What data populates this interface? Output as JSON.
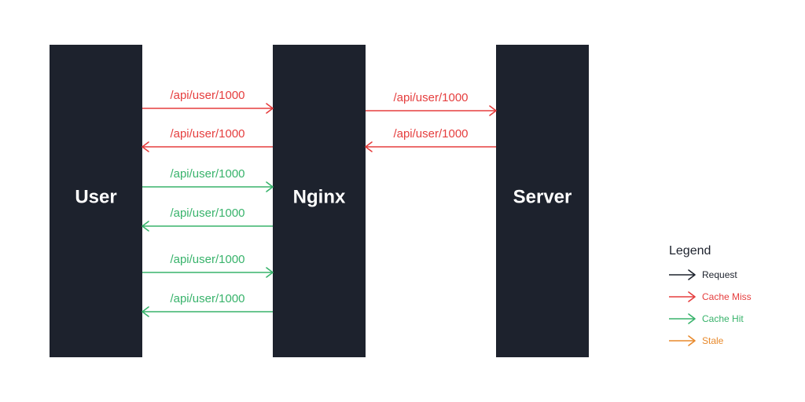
{
  "colors": {
    "lane_fill": "#1d222d",
    "lane_text": "#ffffff",
    "request": "#1d222d",
    "cache_miss": "#e53e3e",
    "cache_hit": "#38b36b",
    "stale": "#e8892b"
  },
  "lanes": [
    {
      "id": "user",
      "label": "User"
    },
    {
      "id": "nginx",
      "label": "Nginx"
    },
    {
      "id": "server",
      "label": "Server"
    }
  ],
  "messages": [
    {
      "from": "user",
      "to": "nginx",
      "label": "/api/user/1000",
      "kind": "cache_miss"
    },
    {
      "from": "nginx",
      "to": "user",
      "label": "/api/user/1000",
      "kind": "cache_miss"
    },
    {
      "from": "nginx",
      "to": "server",
      "label": "/api/user/1000",
      "kind": "cache_miss"
    },
    {
      "from": "server",
      "to": "nginx",
      "label": "/api/user/1000",
      "kind": "cache_miss"
    },
    {
      "from": "user",
      "to": "nginx",
      "label": "/api/user/1000",
      "kind": "cache_hit"
    },
    {
      "from": "nginx",
      "to": "user",
      "label": "/api/user/1000",
      "kind": "cache_hit"
    },
    {
      "from": "user",
      "to": "nginx",
      "label": "/api/user/1000",
      "kind": "cache_hit"
    },
    {
      "from": "nginx",
      "to": "user",
      "label": "/api/user/1000",
      "kind": "cache_hit"
    }
  ],
  "legend": {
    "title": "Legend",
    "items": [
      {
        "label": "Request",
        "kind": "request"
      },
      {
        "label": "Cache Miss",
        "kind": "cache_miss"
      },
      {
        "label": "Cache Hit",
        "kind": "cache_hit"
      },
      {
        "label": "Stale",
        "kind": "stale"
      }
    ]
  }
}
